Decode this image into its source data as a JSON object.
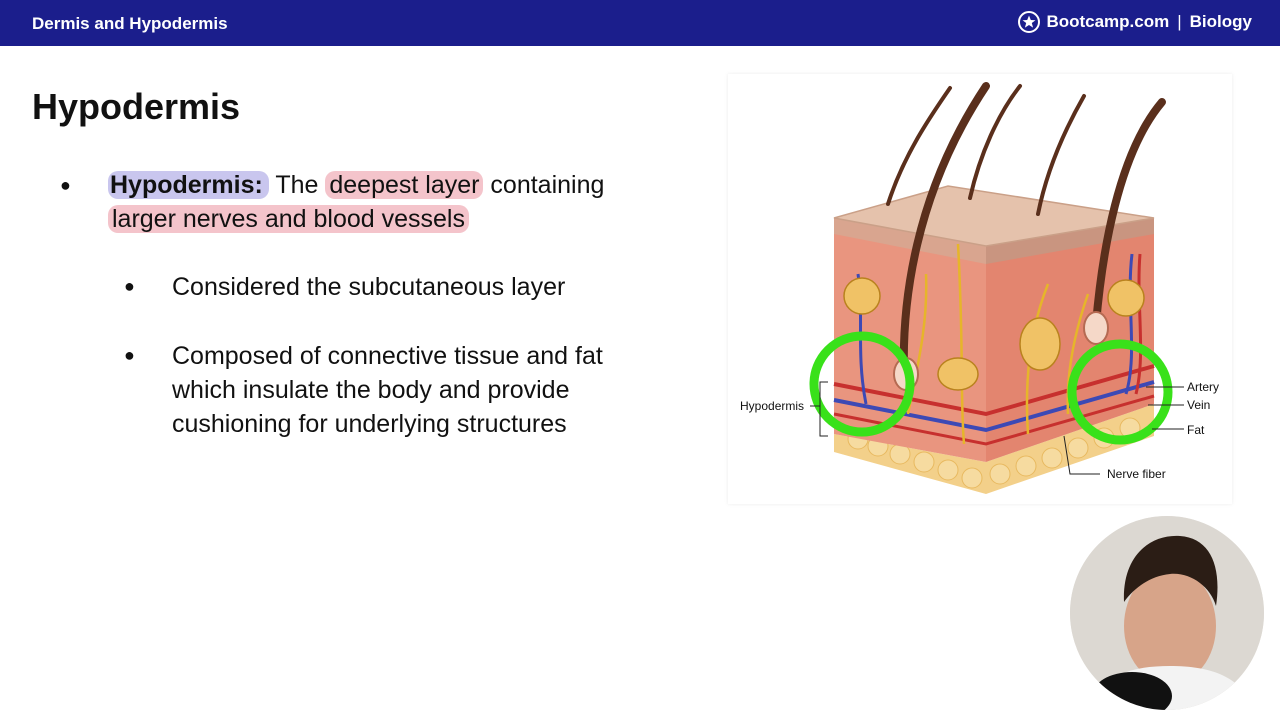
{
  "header": {
    "title": "Dermis and Hypodermis",
    "brand_name": "Bootcamp.com",
    "brand_separator": "|",
    "brand_subject": "Biology",
    "bar_color": "#1b1e8c"
  },
  "slide": {
    "heading": "Hypodermis",
    "bullet": {
      "term": "Hypodermis:",
      "text_the": "The",
      "text_deepest": "deepest layer",
      "text_containing": "containing",
      "text_vessels": "larger nerves and blood vessels"
    },
    "sub_bullets": [
      "Considered the subcutaneous layer",
      "Composed of connective tissue and fat which insulate the body and provide cushioning for underlying structures"
    ]
  },
  "diagram": {
    "labels": {
      "hypodermis": "Hypodermis",
      "artery": "Artery",
      "vein": "Vein",
      "fat": "Fat",
      "nerve_fiber": "Nerve fiber"
    },
    "highlight_color": "#39e11a"
  },
  "icons": {
    "brand": "bootcamp-star-logo",
    "bullet": "bullet-dot"
  }
}
